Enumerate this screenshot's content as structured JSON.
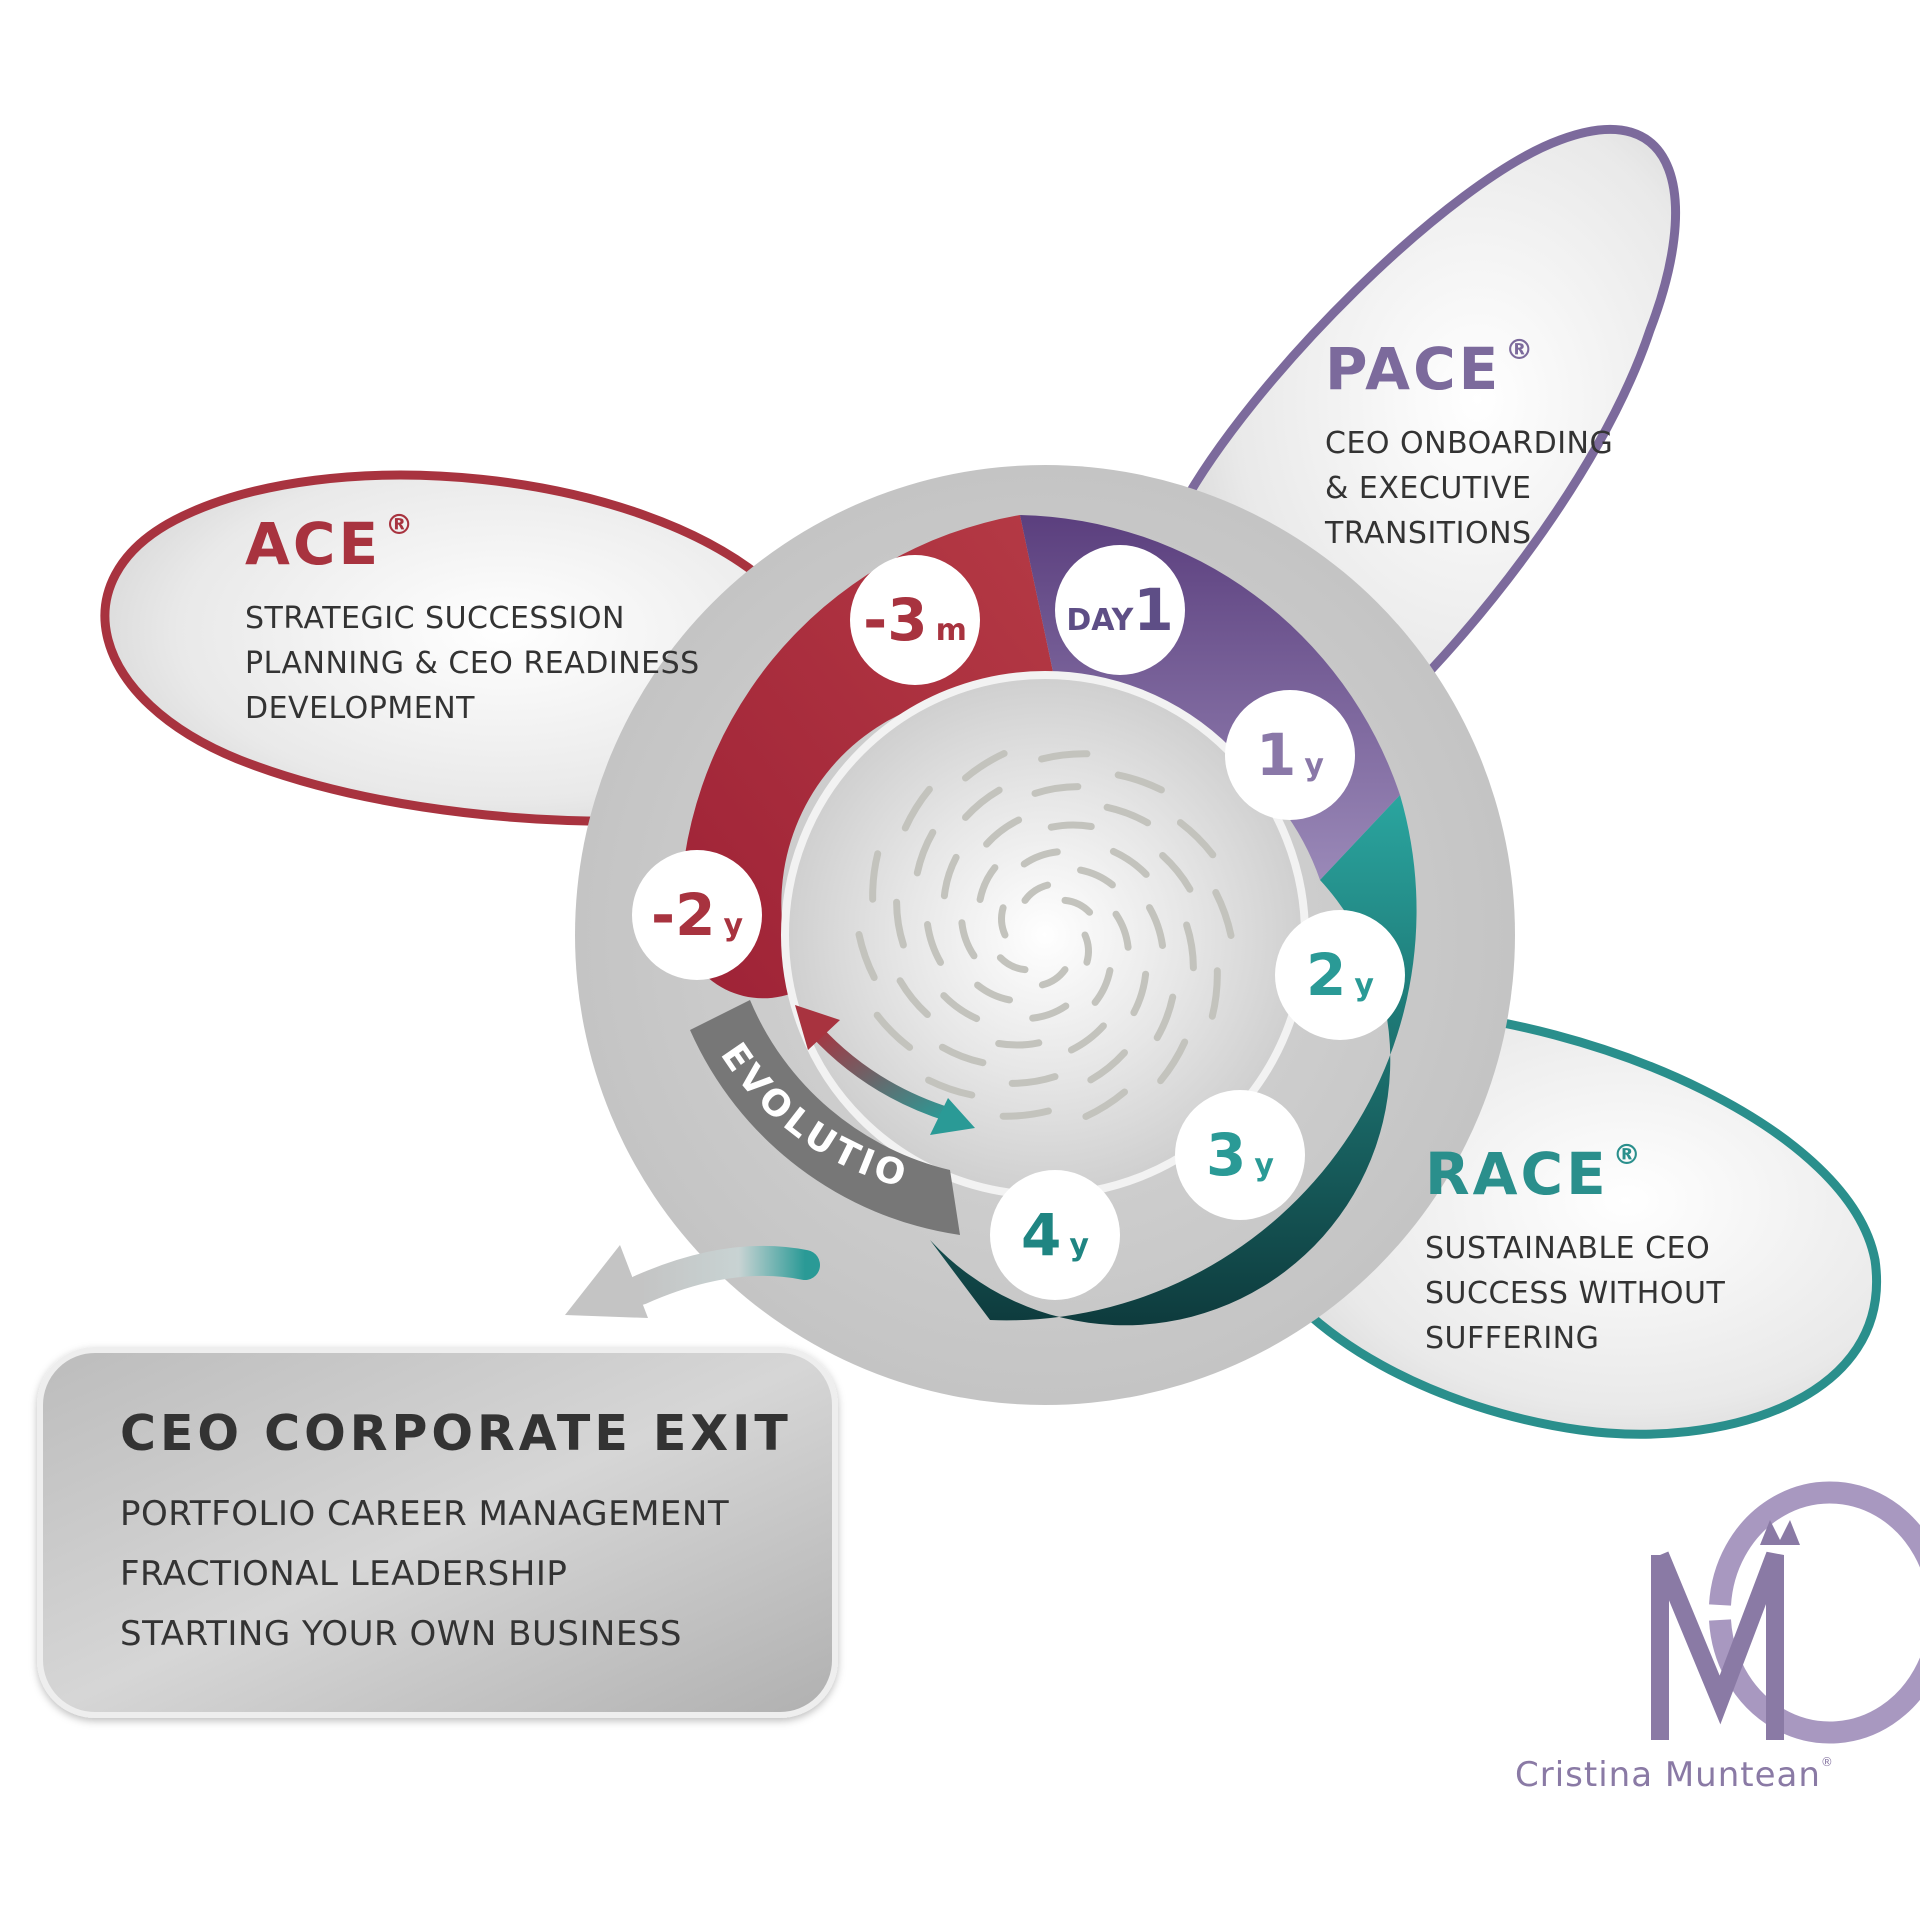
{
  "colors": {
    "ace": "#a8333f",
    "pace": "#7c6a9c",
    "race": "#2a8f8c",
    "exit_box": "#c8c8c8",
    "text_dark": "#333333",
    "logo": "#8a7aa5"
  },
  "petals": {
    "ace": {
      "title": "ACE",
      "mark": "®",
      "lines": [
        "STRATEGIC SUCCESSION",
        "PLANNING & CEO READINESS",
        "DEVELOPMENT"
      ]
    },
    "pace": {
      "title": "PACE",
      "mark": "®",
      "lines": [
        "CEO ONBOARDING",
        "& EXECUTIVE",
        "TRANSITIONS"
      ]
    },
    "race": {
      "title": "RACE",
      "mark": "®",
      "lines": [
        "SUSTAINABLE CEO",
        "SUCCESS WITHOUT",
        "SUFFERING"
      ]
    }
  },
  "milestones": [
    {
      "main": "-2",
      "unit": "y",
      "color": "#a8333f"
    },
    {
      "main": "-3",
      "unit": "m",
      "color": "#a8333f"
    },
    {
      "main": "1",
      "unit": "DAY",
      "color": "#5e4e86"
    },
    {
      "main": "1",
      "unit": "y",
      "color": "#8a78a8"
    },
    {
      "main": "2",
      "unit": "y",
      "color": "#2a9a96"
    },
    {
      "main": "3",
      "unit": "y",
      "color": "#2a9a96"
    },
    {
      "main": "4",
      "unit": "y",
      "color": "#1f8582"
    }
  ],
  "evolution_label": "EVOLUTION",
  "exit": {
    "title": "CEO CORPORATE EXIT",
    "lines": [
      "PORTFOLIO CAREER MANAGEMENT",
      "FRACTIONAL LEADERSHIP",
      "STARTING YOUR OWN BUSINESS"
    ]
  },
  "logo": {
    "monogram": "CM",
    "name": "Cristina Muntean",
    "mark": "®"
  }
}
